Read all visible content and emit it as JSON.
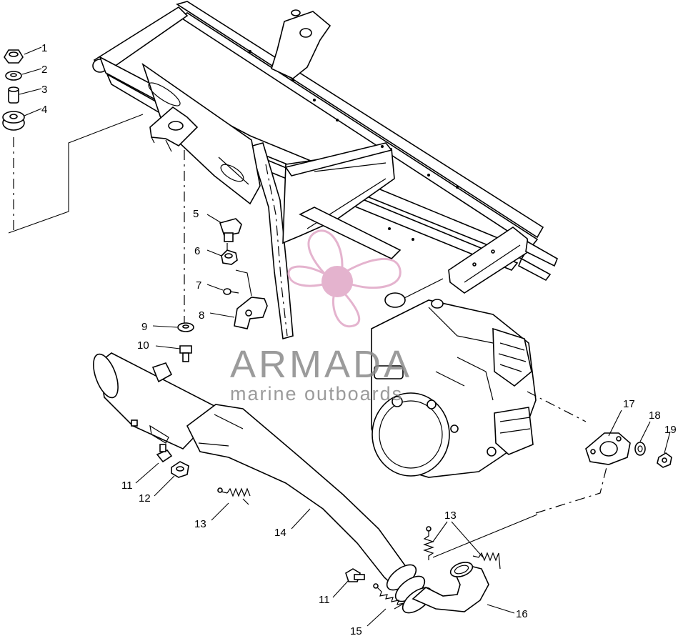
{
  "callouts": [
    {
      "id": "c1",
      "text": "1"
    },
    {
      "id": "c2",
      "text": "2"
    },
    {
      "id": "c3",
      "text": "3"
    },
    {
      "id": "c4",
      "text": "4"
    },
    {
      "id": "c5",
      "text": "5"
    },
    {
      "id": "c6",
      "text": "6"
    },
    {
      "id": "c7",
      "text": "7"
    },
    {
      "id": "c8",
      "text": "8"
    },
    {
      "id": "c9",
      "text": "9"
    },
    {
      "id": "c10",
      "text": "10"
    },
    {
      "id": "c11a",
      "text": "11"
    },
    {
      "id": "c12",
      "text": "12"
    },
    {
      "id": "c13a",
      "text": "13"
    },
    {
      "id": "c14",
      "text": "14"
    },
    {
      "id": "c13b",
      "text": "13"
    },
    {
      "id": "c11b",
      "text": "11"
    },
    {
      "id": "c15",
      "text": "15"
    },
    {
      "id": "c16",
      "text": "16"
    },
    {
      "id": "c17",
      "text": "17"
    },
    {
      "id": "c18",
      "text": "18"
    },
    {
      "id": "c19",
      "text": "19"
    }
  ],
  "watermark": {
    "title": "ARMADA",
    "subtitle": "marine outboards",
    "logo_color": "#e0a6c6"
  },
  "icons": {
    "logo": "propeller-logo-icon"
  }
}
